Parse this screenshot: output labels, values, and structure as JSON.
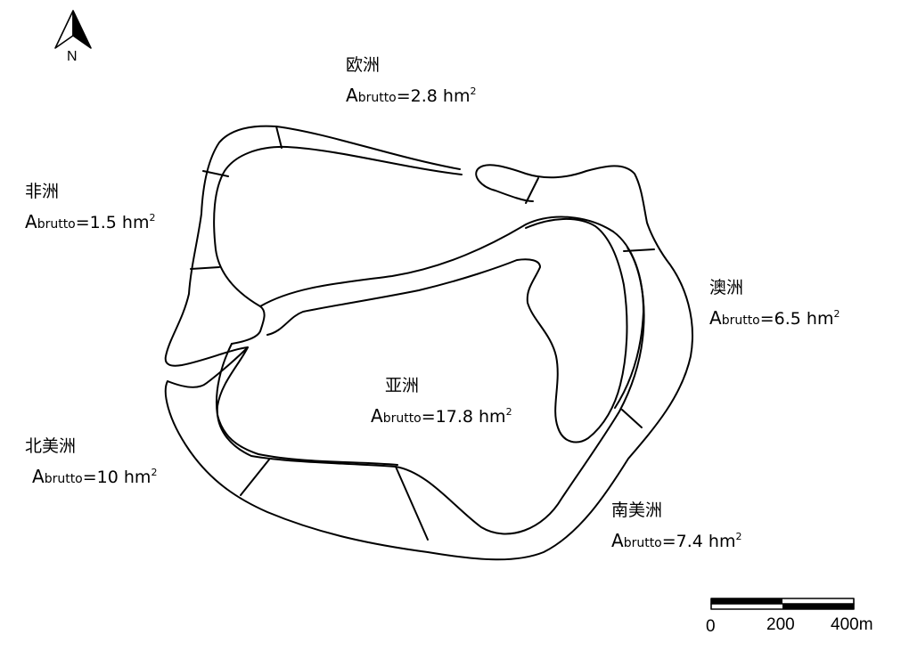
{
  "north_arrow": {
    "letter": "N"
  },
  "regions": [
    {
      "key": "europe",
      "name": "欧洲",
      "area_prefix": "A",
      "area_subscript": "brutto",
      "area_value": "=2.8 hm",
      "area_exponent": "2"
    },
    {
      "key": "africa",
      "name": "非洲",
      "area_prefix": "A",
      "area_subscript": "brutto",
      "area_value": "=1.5 hm",
      "area_exponent": "2"
    },
    {
      "key": "oceania",
      "name": "澳洲",
      "area_prefix": "A",
      "area_subscript": "brutto",
      "area_value": "=6.5 hm",
      "area_exponent": "2"
    },
    {
      "key": "asia",
      "name": "亚洲",
      "area_prefix": "A",
      "area_subscript": "brutto",
      "area_value": "=17.8 hm",
      "area_exponent": "2"
    },
    {
      "key": "north_america",
      "name": "北美洲",
      "area_prefix": "A",
      "area_subscript": "brutto",
      "area_value": "=10 hm",
      "area_exponent": "2"
    },
    {
      "key": "south_america",
      "name": "南美洲",
      "area_prefix": "A",
      "area_subscript": "brutto",
      "area_value": "=7.4 hm",
      "area_exponent": "2"
    }
  ],
  "scale_bar": {
    "ticks": [
      "0",
      "200",
      "400m"
    ]
  },
  "colors": {
    "line": "#000000",
    "background": "#ffffff"
  }
}
